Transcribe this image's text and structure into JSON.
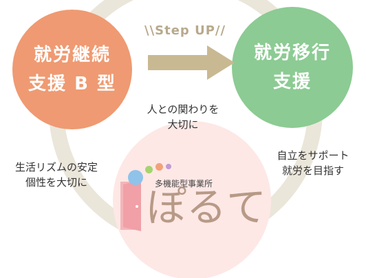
{
  "circles": {
    "left": [
      "就労継続",
      "支援 B 型"
    ],
    "right": [
      "就労移行",
      "支援"
    ]
  },
  "step_up": "\\\\Step UP//",
  "notes": {
    "top": [
      "人との関わりを",
      "大切に"
    ],
    "left": [
      "生活リズムの安定",
      "個性を大切に"
    ],
    "right": [
      "自立をサポート",
      "就労を目指す"
    ]
  },
  "logo": {
    "subtitle": "多機能型事業所",
    "wordmark": "ぽるて"
  },
  "colors": {
    "left_circle": "#ef9a72",
    "right_circle": "#8ccb93",
    "bottom_circle": "#fde8e6",
    "ring": "#ebe6da",
    "arrow": "#c9b992",
    "dot_blue": "#8fc3ea",
    "dot_green": "#a6d36e",
    "dot_orange": "#f2a27a",
    "dot_purple": "#c29ad3",
    "door": "#f0a0a6",
    "text": "#333333"
  }
}
